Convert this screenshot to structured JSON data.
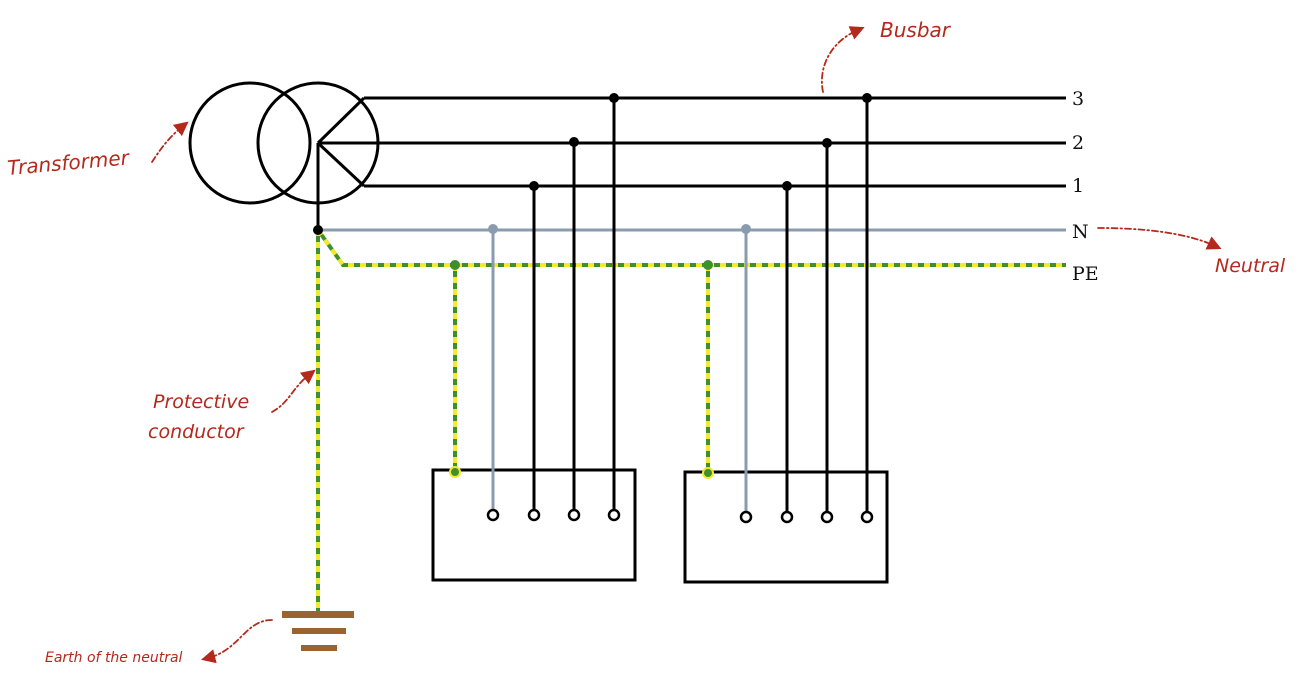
{
  "labels": {
    "line3": "3",
    "line2": "2",
    "line1": "1",
    "neutral": "N",
    "pe": "PE"
  },
  "annotations": {
    "busbar": "Busbar",
    "transformer": "Transformer",
    "neutral": "Neutral",
    "protective_line1": "Protective",
    "protective_line2": "conductor",
    "earth": "Earth of the neutral"
  },
  "colors": {
    "phase": "#000000",
    "neutral": "#8a9bb0",
    "pe_green": "#3f8f2e",
    "pe_yellow": "#f2ea2a",
    "earth": "#9a6430",
    "annotation": "#b5281c"
  }
}
